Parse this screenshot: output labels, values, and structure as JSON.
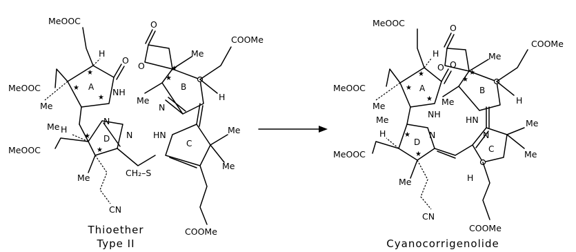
{
  "left": {
    "atoms": {
      "ester_top": "MeOOC",
      "ester_left": "MeOOC",
      "ester_lower_left": "MeOOC",
      "ester_right": "COOMe",
      "ester_bottom": "COOMe",
      "nitrile": "CN",
      "h_a": "H",
      "h_b": "H",
      "h_d": "H",
      "me_a": "Me",
      "me_ad": "Me",
      "me_b1": "Me",
      "me_b2": "Me",
      "me_c1": "Me",
      "me_c2": "Me",
      "me_d": "Me",
      "o_lactone": "O",
      "o_ring": "O",
      "o_lactam": "O",
      "nh_a": "NH",
      "n_ad": "N",
      "n_d": "N",
      "n_b": "N",
      "hn_c": "HN",
      "ch2s": "CH₂–S"
    },
    "rings": {
      "a": "A",
      "b": "B",
      "c": "C",
      "d": "D"
    },
    "caption_line1": "Thioether",
    "caption_line2": "Type II"
  },
  "right": {
    "atoms": {
      "ester_top": "MeOOC",
      "ester_left": "MeOOC",
      "ester_lower_left": "MeOOC",
      "ester_right": "COOMe",
      "ester_bottom": "COOMe",
      "nitrile": "CN",
      "h_a": "H",
      "h_b": "H",
      "h_c": "H",
      "h_d": "H",
      "me_a": "Me",
      "me_ad": "Me",
      "me_b": "Me",
      "me_ab": "Me",
      "me_c1": "Me",
      "me_c2": "Me",
      "me_d": "Me",
      "o_lactone": "O",
      "o_ring": "O",
      "o_lactam": "O",
      "nh_a": "NH",
      "hn_b": "HN",
      "n_c": "N",
      "n_d": "N"
    },
    "rings": {
      "a": "A",
      "b": "B",
      "c": "C",
      "d": "D"
    },
    "caption": "Cyanocorrigenolide"
  }
}
